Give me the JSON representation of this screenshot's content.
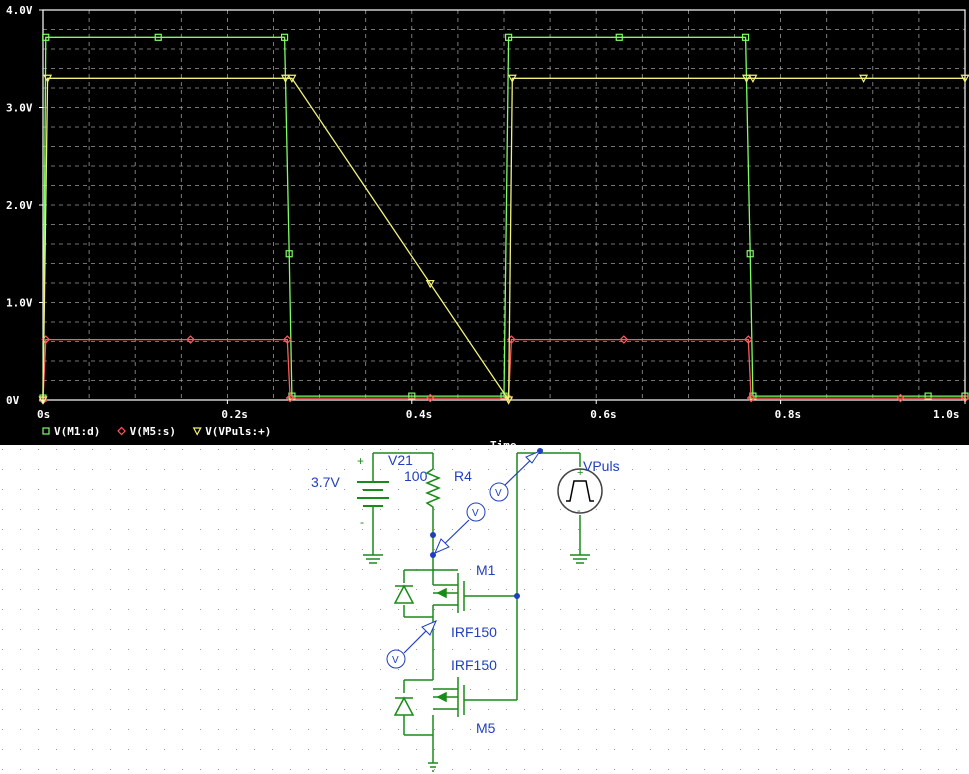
{
  "chart_data": {
    "type": "line",
    "xlabel": "Time",
    "x_ticks": [
      "0s",
      "0.2s",
      "0.4s",
      "0.6s",
      "0.8s",
      "1.0s"
    ],
    "y_ticks": [
      "0V",
      "1.0V",
      "2.0V",
      "3.0V",
      "4.0V"
    ],
    "xlim": [
      0,
      1.0
    ],
    "ylim": [
      0,
      4.0
    ],
    "grid": true,
    "legend_position": "bottom-left",
    "series": [
      {
        "name": "V(M1:d)",
        "color": "#7cff62",
        "marker": "square",
        "x": [
          0,
          0.003,
          0.262,
          0.267,
          0.27,
          0.5,
          0.505,
          0.762,
          0.767,
          0.77,
          1.0
        ],
        "y": [
          0.02,
          3.72,
          3.72,
          1.5,
          0.04,
          0.04,
          3.72,
          3.72,
          1.5,
          0.04,
          0.04
        ]
      },
      {
        "name": "V(M5:s)",
        "color": "#ff5a5a",
        "marker": "diamond",
        "x": [
          0,
          0.003,
          0.265,
          0.268,
          0.505,
          0.508,
          0.765,
          0.768,
          1.0
        ],
        "y": [
          0,
          0.62,
          0.62,
          0.02,
          0.02,
          0.62,
          0.62,
          0.02,
          0.02
        ]
      },
      {
        "name": "V(VPuls:+)",
        "color": "#f2f27a",
        "marker": "triangle",
        "x": [
          0,
          0.005,
          0.263,
          0.27,
          0.505,
          0.509,
          0.763,
          0.77,
          1.0
        ],
        "y": [
          0,
          3.3,
          3.3,
          3.3,
          0,
          3.3,
          3.3,
          3.3,
          3.3
        ],
        "note_only_shape": true
      }
    ]
  },
  "schematic": {
    "source_voltage": "3.7V",
    "source_name": "V21",
    "resistor_value": "100",
    "resistor_name": "R4",
    "pulse_source_name": "VPuls",
    "transistor_top_name": "M1",
    "transistor_top_model": "IRF150",
    "transistor_bottom_model": "IRF150",
    "transistor_bottom_name": "M5",
    "plus_sign": "+",
    "minus_sign": "-",
    "probe_letter": "V"
  }
}
